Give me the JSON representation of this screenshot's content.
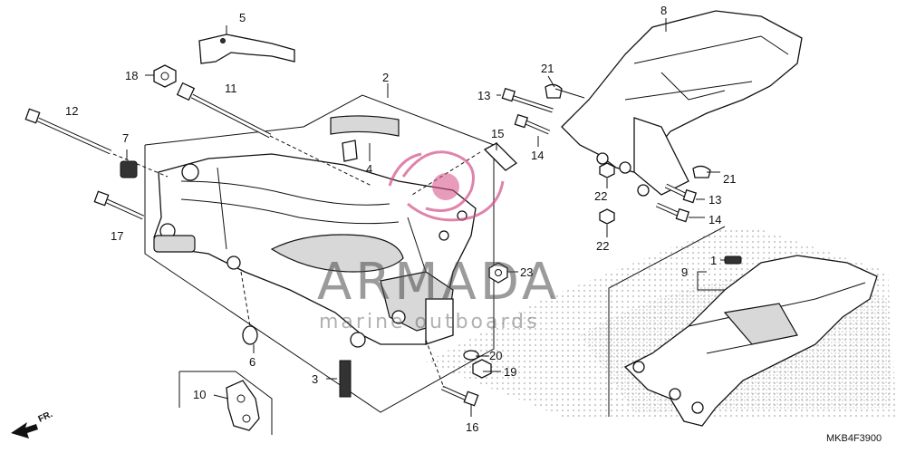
{
  "labels": {
    "p1": "1",
    "p2": "2",
    "p3": "3",
    "p4": "4",
    "p5": "5",
    "p6": "6",
    "p7": "7",
    "p8": "8",
    "p9": "9",
    "p10": "10",
    "p11": "11",
    "p12": "12",
    "p13a": "13",
    "p13b": "13",
    "p14a": "14",
    "p14b": "14",
    "p15": "15",
    "p16": "16",
    "p17": "17",
    "p18": "18",
    "p19": "19",
    "p20": "20",
    "p21a": "21",
    "p21b": "21",
    "p22a": "22",
    "p22b": "22",
    "p23": "23"
  },
  "watermark": {
    "brand": "ARMADA",
    "tagline": "marine outboards"
  },
  "direction_label": "FR.",
  "diagram_code": "MKB4F3900",
  "colors": {
    "line": "#111111",
    "accent": "#d4508a",
    "halftone": "#c8c8c8"
  }
}
